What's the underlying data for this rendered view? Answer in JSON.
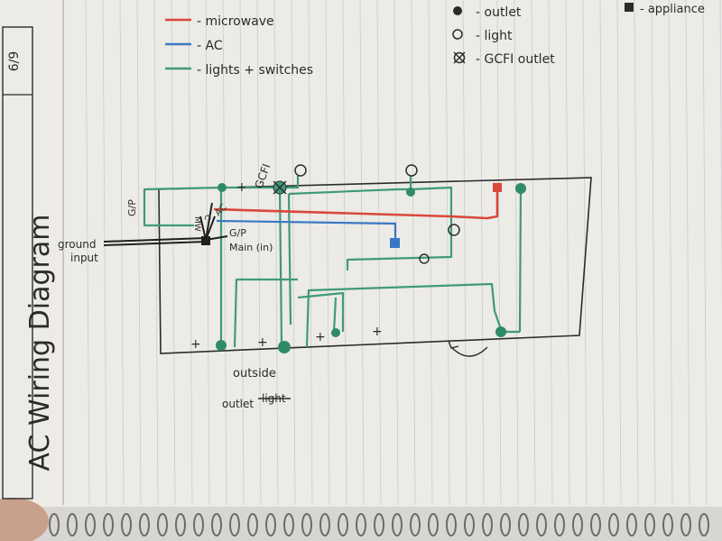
{
  "page": {
    "title": "AC Wiring Diagram",
    "date": "6/9"
  },
  "legend": {
    "lines": [
      {
        "label": "- microwave",
        "color": "#d9483a"
      },
      {
        "label": "- AC",
        "color": "#3b78c4"
      },
      {
        "label": "- lights + switches",
        "color": "#3f9a7a"
      }
    ],
    "symbols": [
      {
        "icon": "outlet-dot",
        "label": "- outlet"
      },
      {
        "icon": "light-circle",
        "label": "- light"
      },
      {
        "icon": "gcfi-crossed-circle",
        "label": "- GCFI outlet"
      },
      {
        "icon": "appliance-square",
        "label": "- appliance"
      }
    ]
  },
  "diagram": {
    "ground_input_label": [
      "ground",
      "input"
    ],
    "gp_left_label": "G/P",
    "panel_labels": {
      "mw": "MW",
      "c": "C",
      "ac": "AC",
      "gp": "G/P",
      "main": "Main (in)"
    },
    "gcfi_label": "GCFI",
    "outside_label": [
      "outside",
      "outlet"
    ],
    "outside_struck": "light",
    "plus_marks": [
      "+",
      "+",
      "+",
      "+",
      "+"
    ]
  },
  "colors": {
    "paper": "#ecebe6",
    "rule_line": "#c9cbd0",
    "margin_line": "#b9a9b0",
    "ink": "#2b2b2b",
    "red": "#d9483a",
    "blue": "#3b78c4",
    "green": "#3f9a7a",
    "outlet": "#2f8a6a"
  }
}
